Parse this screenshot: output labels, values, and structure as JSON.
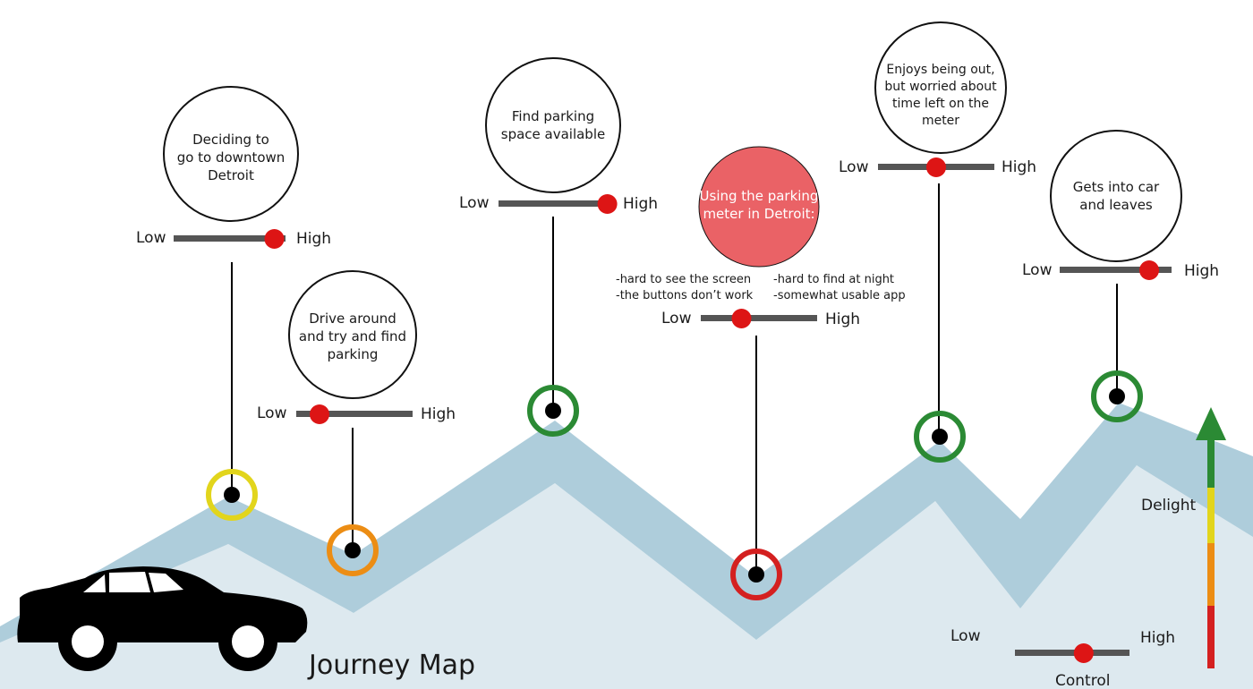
{
  "title": "Journey Map",
  "scale_labels": {
    "low": "Low",
    "high": "High"
  },
  "colors": {
    "band": "#aecddb",
    "background_fill": "#dde9ef",
    "bubble_highlight": "#ea6266",
    "slider_track": "#555555",
    "slider_knob": "#dd1515",
    "yellow": "#e2d51c",
    "orange": "#ec8d14",
    "green": "#2b8a34",
    "red": "#d42020"
  },
  "stages": [
    {
      "id": "deciding",
      "lines": [
        "Deciding to",
        "go to downtown",
        "Detroit"
      ],
      "control_level": 0.9,
      "emotion": "yellow"
    },
    {
      "id": "drive-around",
      "lines": [
        "Drive around",
        "and try and find",
        "parking"
      ],
      "control_level": 0.2,
      "emotion": "orange"
    },
    {
      "id": "find-parking",
      "lines": [
        "Find parking",
        "space available"
      ],
      "control_level": 0.95,
      "emotion": "green"
    },
    {
      "id": "parking-meter",
      "lines": [
        "Using the parking",
        "meter in Detroit:"
      ],
      "control_level": 0.35,
      "emotion": "red",
      "highlight": true
    },
    {
      "id": "enjoys-out",
      "lines": [
        "Enjoys being out,",
        "but worried about",
        "time left on the",
        "meter"
      ],
      "control_level": 0.5,
      "emotion": "green"
    },
    {
      "id": "gets-into-car",
      "lines": [
        "Gets into car",
        "and leaves"
      ],
      "control_level": 0.8,
      "emotion": "green"
    }
  ],
  "meter_notes": {
    "left": [
      "-hard to see the screen",
      "-the buttons don’t work"
    ],
    "right": [
      "-hard to find at night",
      "-somewhat usable app"
    ]
  },
  "legend": {
    "delight_label": "Delight",
    "control_label": "Control",
    "control_level": 0.6
  }
}
